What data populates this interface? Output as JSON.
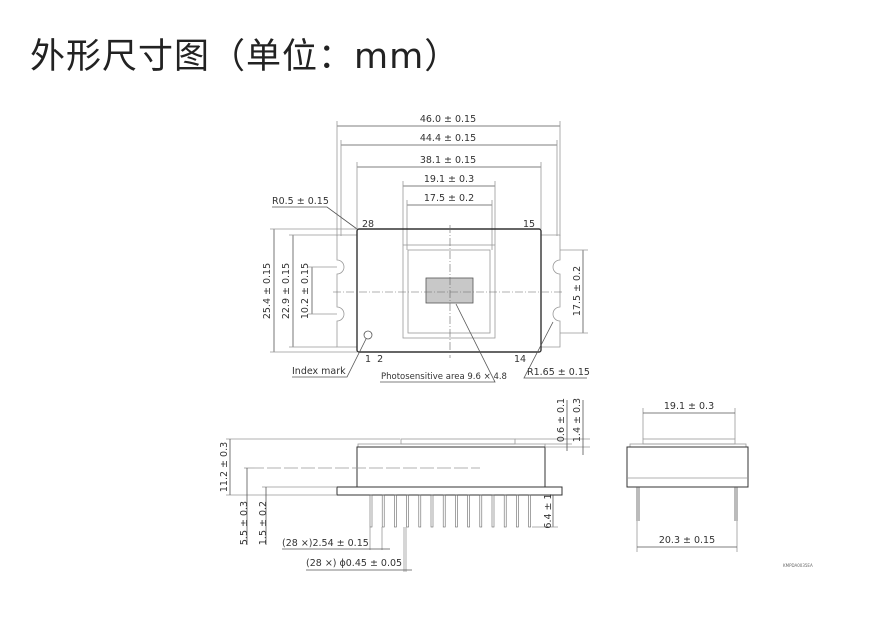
{
  "title": "外形尺寸图（单位：mm）",
  "top_view": {
    "dim_46": "46.0 ± 0.15",
    "dim_44": "44.4 ± 0.15",
    "dim_38": "38.1 ± 0.15",
    "dim_19": "19.1 ± 0.3",
    "dim_17": "17.5 ± 0.2",
    "radius_corner": "R0.5 ± 0.15",
    "pin_28": "28",
    "pin_15": "15",
    "pin_1_2": "1  2",
    "pin_14": "14",
    "dim_25": "25.4 ± 0.15",
    "dim_22": "22.9 ± 0.15",
    "dim_10": "10.2 ± 0.15",
    "dim_17_v": "17.5 ± 0.2",
    "index_mark": "Index mark",
    "photosensitive": "Photosensitive area 9.6 × 4.8",
    "radius_notch": "R1.65 ± 0.15"
  },
  "side_view": {
    "dim_06": "0.6 ± 0.1",
    "dim_14": "1.4 ± 0.3",
    "dim_112": "11.2 ± 0.3",
    "dim_55": "5.5 ± 0.3",
    "dim_15": "1.5 ± 0.2",
    "dim_64": "6.4 ± 1",
    "pitch": "(28 ×)2.54 ± 0.15",
    "pin_dia": "(28 ×) ϕ0.45 ± 0.05"
  },
  "end_view": {
    "dim_191": "19.1 ± 0.3",
    "dim_203": "20.3 ± 0.15"
  },
  "drawing_code": "KMPDA0035EA"
}
